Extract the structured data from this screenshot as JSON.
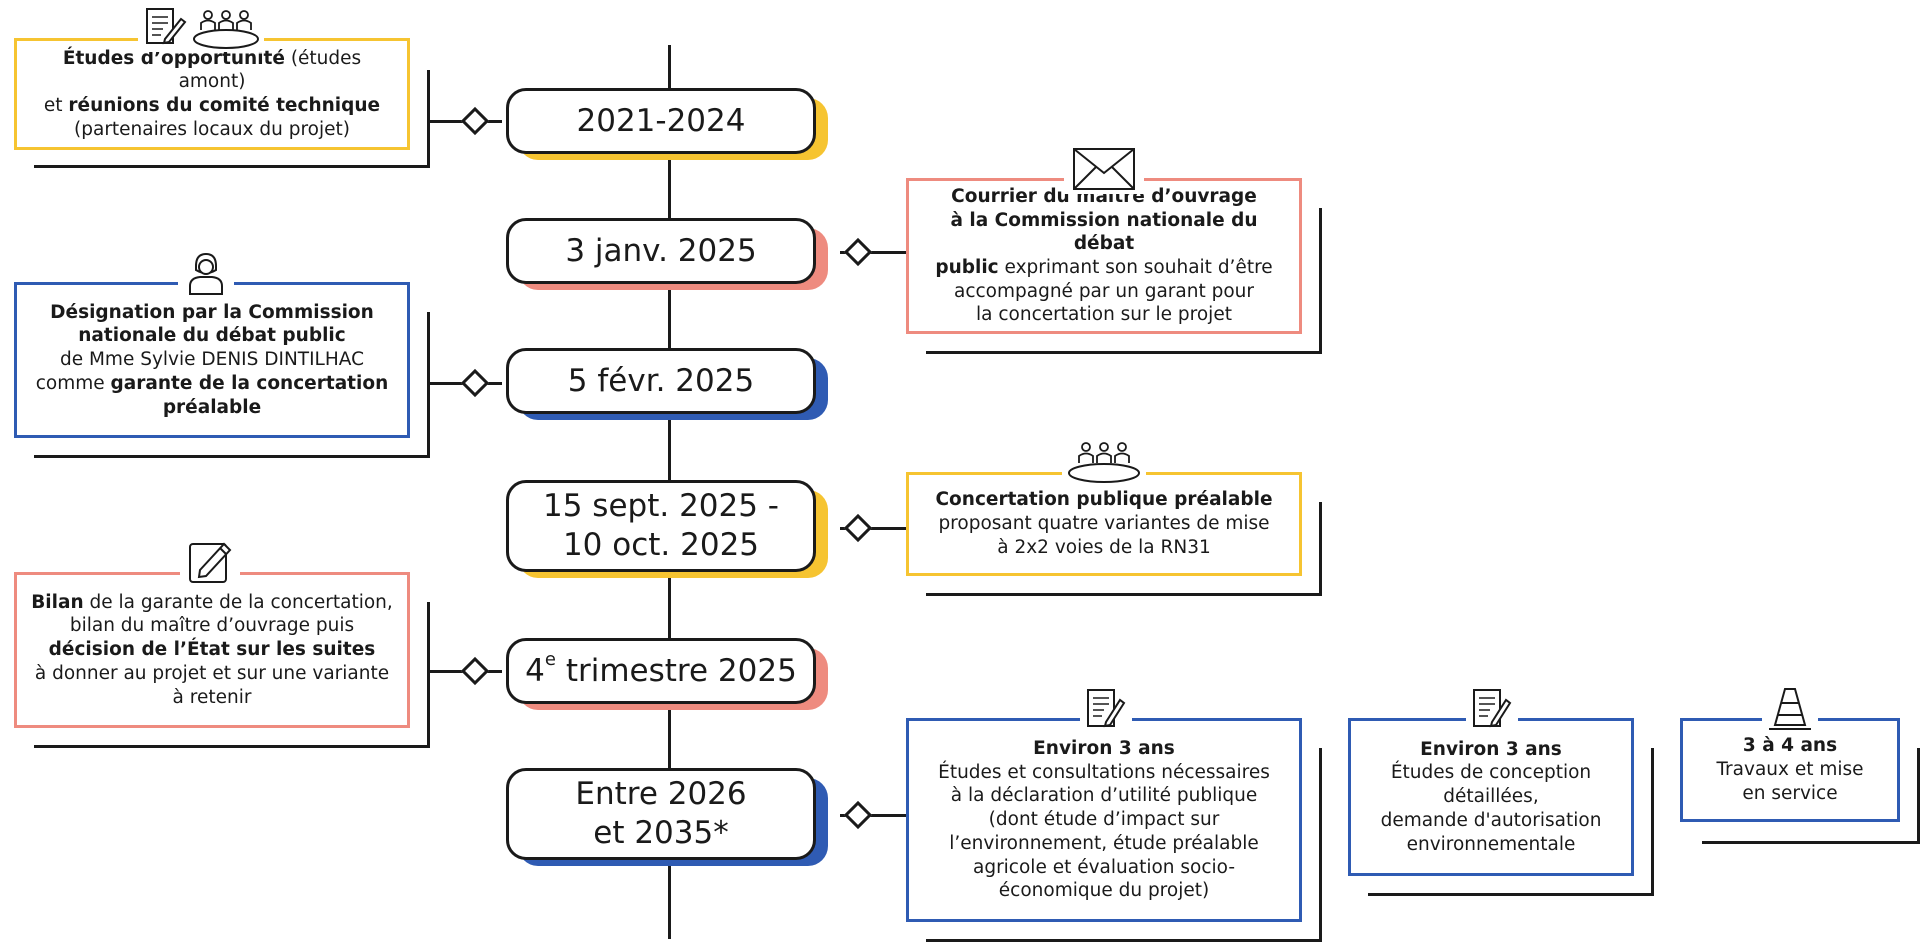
{
  "colors": {
    "yellow": "#f6c431",
    "red": "#ee8b7f",
    "blue": "#2f5bb3",
    "line": "#1a1a1a"
  },
  "dates": [
    {
      "label": "2021-2024",
      "color": "yellow"
    },
    {
      "label": "3 janv. 2025",
      "color": "red"
    },
    {
      "label": "5 févr. 2025",
      "color": "blue"
    },
    {
      "label_line1": "15 sept. 2025 -",
      "label_line2": "10 oct. 2025",
      "color": "yellow"
    },
    {
      "label_num": "4",
      "label_sup": "e",
      "label_rest": " trimestre 2025",
      "color": "red"
    },
    {
      "label_line1": "Entre 2026",
      "label_line2": "et 2035*",
      "color": "blue"
    }
  ],
  "cards": {
    "etudes": {
      "icons": [
        "document-pen-icon",
        "meeting-table-icon"
      ],
      "b1": "Études d’opportunité",
      "t1": " (études amont)",
      "t2": "et ",
      "b2": "réunions du comité technique",
      "t3": "(partenaires locaux du projet)"
    },
    "courrier": {
      "icon": "envelope-icon",
      "b1": "Courrier du maître d’ouvrage",
      "b2": "à la Commission nationale du débat",
      "b3": "public",
      "t1": " exprimant son souhait d’être",
      "t2": "accompagné par un garant pour",
      "t3": "la concertation sur le projet"
    },
    "designation": {
      "icon": "person-icon",
      "b1": "Désignation par la Commission",
      "b2": "nationale du débat public",
      "t1": "de Mme Sylvie DENIS DINTILHAC",
      "t2": "comme ",
      "b3": "garante de la concertation",
      "b4": "préalable"
    },
    "concertation": {
      "icon": "meeting-table-icon",
      "b1": "Concertation publique préalable",
      "t1": "proposant quatre variantes de mise",
      "t2": "à 2x2 voies de la RN31"
    },
    "bilan": {
      "icon": "edit-icon",
      "b1": "Bilan",
      "t1": " de la garante de la concertation,",
      "t2": "bilan du maître d’ouvrage puis",
      "b2": "décision de l’État sur les suites",
      "t3": "à donner au projet et sur une variante",
      "t4": "à retenir"
    },
    "environ1": {
      "icon": "document-pen-icon",
      "b1": "Environ 3 ans",
      "t1": "Études et consultations nécessaires",
      "t2": "à la déclaration d’utilité publique",
      "t3": "(dont étude d’impact sur",
      "t4": "l’environnement, étude préalable",
      "t5": "agricole et évaluation socio-",
      "t6": "économique du projet)"
    },
    "environ2": {
      "icon": "document-pen-icon",
      "b1": "Environ 3 ans",
      "t1": "Études de conception",
      "t2": "détaillées,",
      "t3": "demande d'autorisation",
      "t4": "environnementale"
    },
    "travaux": {
      "icon": "traffic-cone-icon",
      "b1": "3 à 4 ans",
      "t1": "Travaux et mise",
      "t2": "en service"
    }
  }
}
